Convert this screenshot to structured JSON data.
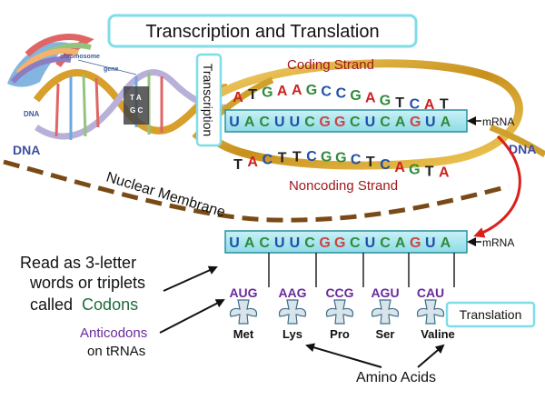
{
  "title": "Transcription and Translation",
  "chromosome_label": "chromosome",
  "gene_label": "gene",
  "dna_small_label": "DNA",
  "dna_left_label": "DNA",
  "dna_right_label": "DNA",
  "transcription_label": "Transcription",
  "coding_strand_label": "Coding Strand",
  "noncoding_strand_label": "Noncoding Strand",
  "nuclear_membrane_label": "Nuclear Membrane",
  "mrna_label_top": "mRNA",
  "mrna_label_bottom": "mRNA",
  "coding_strand_bases": [
    "A",
    "T",
    "G",
    "A",
    "A",
    "G",
    "C",
    "C",
    "G",
    "A",
    "G",
    "T",
    "C",
    "A",
    "T"
  ],
  "mrna_bases": [
    "U",
    "A",
    "C",
    "U",
    "U",
    "C",
    "G",
    "G",
    "C",
    "U",
    "C",
    "A",
    "G",
    "U",
    "A"
  ],
  "noncoding_strand_bases": [
    "T",
    "A",
    "C",
    "T",
    "T",
    "C",
    "G",
    "G",
    "C",
    "T",
    "C",
    "A",
    "G",
    "T",
    "A"
  ],
  "codons_line1": "Read as 3-letter",
  "codons_line2": "words  or triplets",
  "codons_line3_prefix": "called",
  "codons_word": "Codons",
  "anticodons_word": "Anticodons",
  "anticodons_line2": "on tRNAs",
  "anticodons": [
    "AUG",
    "AAG",
    "CCG",
    "AGU",
    "CAU"
  ],
  "amino_acids": [
    "Met",
    "Lys",
    "Pro",
    "Ser",
    "Valine"
  ],
  "translation_label": "Translation",
  "amino_acids_label": "Amino Acids",
  "colors": {
    "A": "#cc2222",
    "T": "#222222",
    "G": "#2e8b3a",
    "C": "#1f4fa8",
    "U": "#1f4fa8",
    "rna_A": "#2e8b3a",
    "rna_U": "#1f4fa8",
    "rna_C": "#2e8b3a",
    "rna_G": "#cc4444",
    "title_border": "#7fdde8",
    "strand_label": "#a0191e",
    "purple": "#6a2a9a",
    "codon_green": "#1f6b3a"
  }
}
